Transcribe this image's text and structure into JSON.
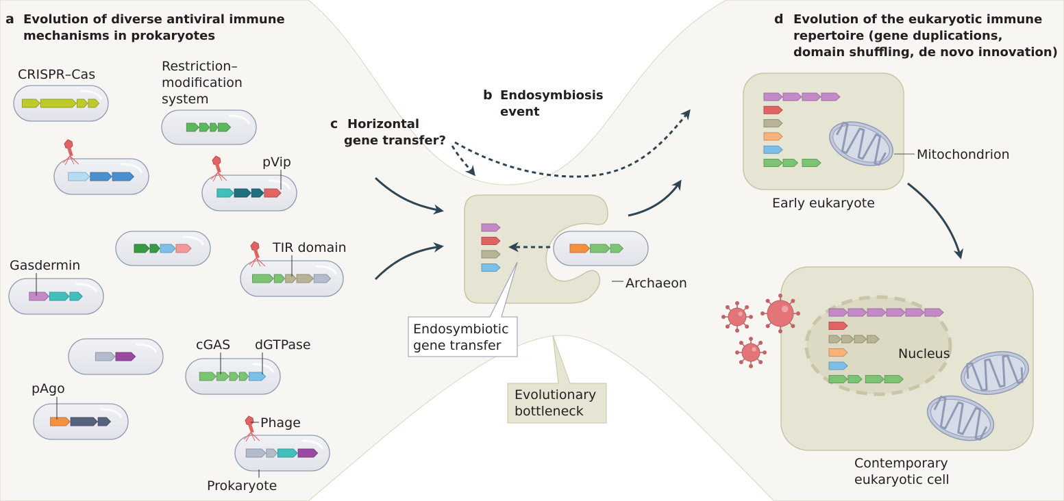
{
  "colors": {
    "panel_bg": "#f7f6f2",
    "panel_edge": "#d8d5bf",
    "cell_fill": "#e8e9ee",
    "cell_edge": "#8e98ae",
    "euk_fill": "#e6e4d3",
    "euk_edge": "#c9c5a6",
    "arrow": "#2f4553",
    "phage": "#e06464",
    "virus": "#e37478",
    "mito_fill": "#c2c9dc",
    "mito_edge": "#8f9ab5",
    "callout_bg": "#e6e4d3"
  },
  "panels": {
    "a": {
      "letter": "a",
      "title_lines": [
        "Evolution of diverse antiviral immune",
        "mechanisms in prokaryotes"
      ]
    },
    "b": {
      "letter": "b",
      "title_lines": [
        "Endosymbiosis",
        "event"
      ]
    },
    "c": {
      "letter": "c",
      "title_lines": [
        "Horizontal",
        "gene transfer?"
      ]
    },
    "d": {
      "letter": "d",
      "title_lines": [
        "Evolution of the eukaryotic immune",
        "repertoire (gene duplications,",
        "domain shuffling, de novo innovation)"
      ]
    }
  },
  "labels": {
    "crispr": "CRISPR–Cas",
    "restriction": [
      "Restriction–",
      "modification",
      "system"
    ],
    "pvip": "pVip",
    "gasdermin": "Gasdermin",
    "tir": "TIR domain",
    "cgas": "cGAS",
    "dgtpase": "dGTPase",
    "pago": "pAgo",
    "phage": "Phage",
    "prokaryote": "Prokaryote",
    "archaeon": "Archaeon",
    "endosymbiotic": [
      "Endosymbiotic",
      "gene transfer"
    ],
    "bottleneck": [
      "Evolutionary",
      "bottleneck"
    ],
    "mitochondrion": "Mitochondrion",
    "early_euk": "Early eukaryote",
    "nucleus": "Nucleus",
    "contemporary": [
      "Contemporary",
      "eukaryotic cell"
    ]
  },
  "gene_colors": {
    "lime": "#bccb2a",
    "green": "#5cb85c",
    "lgreen": "#7cc474",
    "dgreen": "#3a9a43",
    "lblue": "#b5dcf5",
    "blue": "#4c8fcf",
    "sky": "#7cc0ea",
    "teal": "#40bfbd",
    "dteal": "#1f6f7e",
    "red": "#e06464",
    "pink": "#f29a9a",
    "purple": "#c48ac8",
    "dpurple": "#9b4aa2",
    "khaki": "#b8b394",
    "gray": "#b4bccb",
    "navy": "#56627e",
    "orange": "#f39140",
    "lorange": "#f7b37a"
  },
  "prokaryotes": [
    {
      "name": "crispr-cas-cell",
      "phage": false,
      "genes": [
        [
          "lime",
          1
        ],
        [
          "lime",
          2
        ],
        [
          "lime",
          0.6
        ],
        [
          "lime",
          0.6
        ]
      ]
    },
    {
      "name": "restriction-modification-cell",
      "phage": false,
      "genes": [
        [
          "green",
          1
        ],
        [
          "green",
          0.8
        ],
        [
          "green",
          0.6
        ],
        [
          "green",
          1
        ]
      ]
    },
    {
      "name": "blue-genes-cell",
      "phage": true,
      "genes": [
        [
          "lblue",
          1.2
        ],
        [
          "blue",
          1.2
        ],
        [
          "blue",
          1.2
        ]
      ]
    },
    {
      "name": "pvip-cell",
      "phage": true,
      "genes": [
        [
          "teal",
          1.1
        ],
        [
          "dteal",
          1.1
        ],
        [
          "dteal",
          0.8
        ],
        [
          "red",
          1.1
        ]
      ]
    },
    {
      "name": "mixed-defense-cell",
      "phage": false,
      "genes": [
        [
          "dgreen",
          1.1
        ],
        [
          "dgreen",
          0.7
        ],
        [
          "sky",
          1.1
        ],
        [
          "pink",
          1.1
        ]
      ]
    },
    {
      "name": "tir-domain-cell",
      "phage": true,
      "genes": [
        [
          "lgreen",
          1.4
        ],
        [
          "lgreen",
          0.7
        ],
        [
          "khaki",
          0.7
        ],
        [
          "khaki",
          1.1
        ],
        [
          "gray",
          1.1
        ]
      ]
    },
    {
      "name": "gasdermin-cell",
      "phage": false,
      "genes": [
        [
          "purple",
          1.1
        ],
        [
          "teal",
          1.1
        ],
        [
          "teal",
          0.7
        ]
      ]
    },
    {
      "name": "gray-purple-cell",
      "phage": false,
      "genes": [
        [
          "gray",
          1.1
        ],
        [
          "dpurple",
          1.1
        ]
      ]
    },
    {
      "name": "cgas-dgtpase-cell",
      "phage": false,
      "genes": [
        [
          "lgreen",
          1.1
        ],
        [
          "lgreen",
          0.8
        ],
        [
          "lgreen",
          0.6
        ],
        [
          "lgreen",
          0.6
        ],
        [
          "sky",
          1.1
        ]
      ]
    },
    {
      "name": "pago-cell",
      "phage": false,
      "genes": [
        [
          "orange",
          1.1
        ],
        [
          "navy",
          1.5
        ],
        [
          "navy",
          0.7
        ]
      ]
    },
    {
      "name": "example-prokaryote-cell",
      "phage": true,
      "genes": [
        [
          "gray",
          1.1
        ],
        [
          "gray",
          0.6
        ],
        [
          "teal",
          1.1
        ],
        [
          "dpurple",
          1.1
        ]
      ]
    }
  ],
  "archaeon_host_genes": [
    "purple",
    "red",
    "khaki",
    "sky"
  ],
  "endosymbiont_genes": [
    [
      "orange",
      1.1
    ],
    [
      "lgreen",
      1.1
    ],
    [
      "lgreen",
      0.7
    ]
  ],
  "early_euk_genes": [
    [
      [
        "purple",
        1
      ],
      [
        "purple",
        1
      ],
      [
        "purple",
        1
      ],
      [
        "purple",
        1
      ]
    ],
    [
      [
        "red",
        1
      ]
    ],
    [
      [
        "khaki",
        1
      ]
    ],
    [
      [
        "lorange",
        1
      ]
    ],
    [
      [
        "sky",
        1
      ]
    ],
    [
      [
        "lgreen",
        1
      ],
      [
        "lgreen",
        0.8
      ],
      [
        "gap",
        0.2
      ],
      [
        "lgreen",
        1
      ]
    ]
  ],
  "nucleus_genes": [
    [
      [
        "purple",
        1
      ],
      [
        "purple",
        1
      ],
      [
        "purple",
        1
      ],
      [
        "purple",
        1
      ],
      [
        "purple",
        1
      ],
      [
        "purple",
        1
      ]
    ],
    [
      [
        "red",
        1
      ]
    ],
    [
      [
        "khaki",
        0.65
      ],
      [
        "khaki",
        0.65
      ],
      [
        "khaki",
        0.65
      ],
      [
        "khaki",
        0.65
      ]
    ],
    [
      [
        "lorange",
        1
      ]
    ],
    [
      [
        "sky",
        1
      ]
    ],
    [
      [
        "lgreen",
        1
      ],
      [
        "lgreen",
        0.75
      ],
      [
        "gap",
        0.15
      ],
      [
        "lgreen",
        1
      ],
      [
        "lgreen",
        1
      ]
    ]
  ]
}
